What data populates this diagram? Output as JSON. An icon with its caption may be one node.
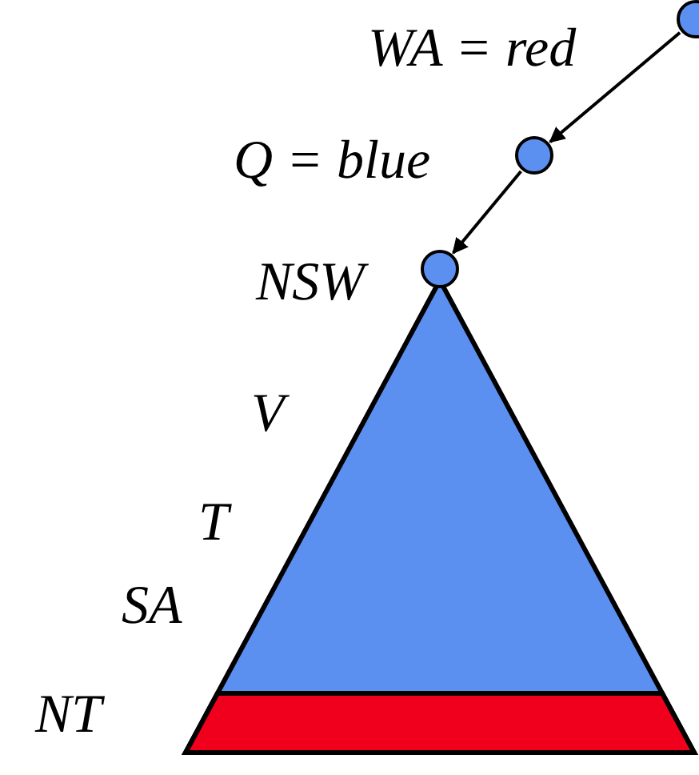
{
  "diagram": {
    "nodes": [
      {
        "text": [],
        "shape": "circle"
      },
      {
        "text": [],
        "shape": "circle"
      },
      {
        "text": [],
        "shape": "circle"
      }
    ],
    "edges": [
      {
        "from": 0,
        "to": 1,
        "arrow": "to",
        "label": "WA = red"
      },
      {
        "from": 1,
        "to": 2,
        "arrow": "to",
        "label": "Q = blue"
      }
    ],
    "labels": [
      "NSW",
      "V",
      "T",
      "SA",
      "NT"
    ]
  }
}
